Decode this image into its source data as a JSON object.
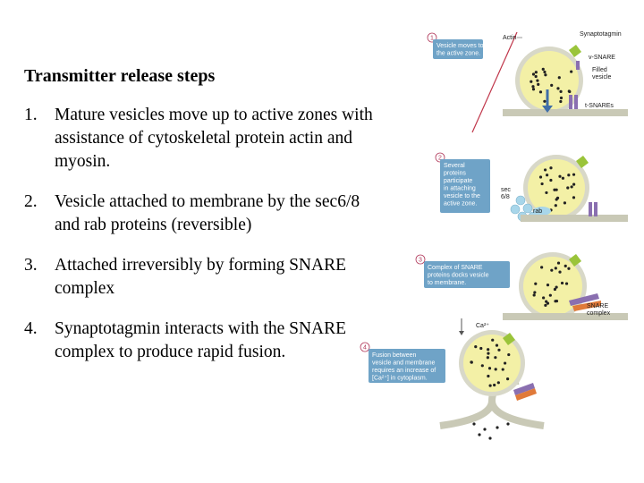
{
  "title": "Transmitter release steps",
  "steps": [
    {
      "number": "1.",
      "text": "Mature vesicles move up to active zones with assistance of cytoskeletal protein actin and myosin."
    },
    {
      "number": "2.",
      "text": "Vesicle attached to membrane by the sec6/8 and rab proteins (reversible)"
    },
    {
      "number": "3.",
      "text": "Attached irreversibly by forming SNARE complex"
    },
    {
      "number": "4.",
      "text": "Synaptotagmin interacts with the SNARE complex to produce rapid fusion."
    }
  ],
  "figure": {
    "panels": [
      {
        "number": "1",
        "caption": [
          "Vesicle moves to",
          "the active zone."
        ]
      },
      {
        "number": "2",
        "caption": [
          "Several",
          "proteins",
          "participate",
          "in attaching",
          "vesicle to the",
          "active zone."
        ]
      },
      {
        "number": "3",
        "caption": [
          "Complex of SNARE",
          "proteins docks vesicle",
          "to membrane."
        ]
      },
      {
        "number": "4",
        "caption": [
          "Fusion between",
          "vesicle and membrane",
          "requires an increase of",
          "[Ca²⁺] in cytoplasm."
        ]
      }
    ],
    "labels": {
      "actin": "Actin",
      "synaptotagmin": "Synaptotagmin",
      "v_snare": "v-SNARE",
      "filled_vesicle": [
        "Filled",
        "vesicle"
      ],
      "t_snares": "t-SNAREs",
      "sec": [
        "sec",
        "6/8"
      ],
      "rab": "rab",
      "snare_complex": [
        "SNARE",
        "complex"
      ],
      "calcium": "Ca²⁺"
    },
    "colors": {
      "vesicle_fill": "#f3f0a6",
      "vesicle_rim": "#d8d8c8",
      "membrane": "#c9c9b6",
      "caption_box": "#6fa3c7",
      "synaptotagmin": "#9ac43a",
      "snare": "#8a6fb0",
      "complex": "#e07a3a",
      "arrow": "#3f6ea8",
      "actin": "#c0364a"
    }
  }
}
